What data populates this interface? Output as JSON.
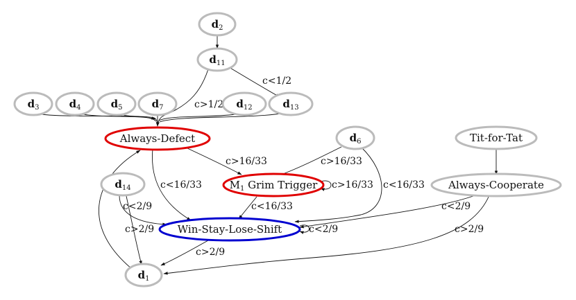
{
  "nodes": {
    "d2": {
      "name": "d",
      "sub": "2"
    },
    "d11": {
      "name": "d",
      "sub": "11"
    },
    "d3": {
      "name": "d",
      "sub": "3"
    },
    "d4": {
      "name": "d",
      "sub": "4"
    },
    "d5": {
      "name": "d",
      "sub": "5"
    },
    "d7": {
      "name": "d",
      "sub": "7"
    },
    "d12": {
      "name": "d",
      "sub": "12"
    },
    "d13": {
      "name": "d",
      "sub": "13"
    },
    "d6": {
      "name": "d",
      "sub": "6"
    },
    "d14": {
      "name": "d",
      "sub": "14"
    },
    "d1": {
      "name": "d",
      "sub": "1"
    },
    "always_defect": {
      "label": "Always-Defect"
    },
    "m1_grim": {
      "name": "M",
      "sub": "1",
      "label": " Grim Trigger"
    },
    "wsls": {
      "label": "Win-Stay-Lose-Shift"
    },
    "tit_for_tat": {
      "label": "Tit-for-Tat"
    },
    "always_cooperate": {
      "label": "Always-Cooperate"
    }
  },
  "edge_labels": {
    "d11_d13": "c<1/2",
    "d11_ad": "c>1/2",
    "ad_m1": "c>16/33",
    "d6_m1": "c>16/33",
    "m1_self": "c>16/33",
    "ad_wsls": "c<16/33",
    "m1_wsls": "c<16/33",
    "d6_wsls": "c<16/33",
    "d14_wsls": "c<2/9",
    "d14_d1": "c>2/9",
    "wsls_self": "c<2/9",
    "wsls_d1": "c>2/9",
    "ac_wsls": "c<2/9",
    "ac_d1": "c>2/9"
  },
  "colors": {
    "gray_node": "#bbbbbb",
    "red_node": "#e00000",
    "blue_node": "#0000d0",
    "edge": "#111111"
  }
}
